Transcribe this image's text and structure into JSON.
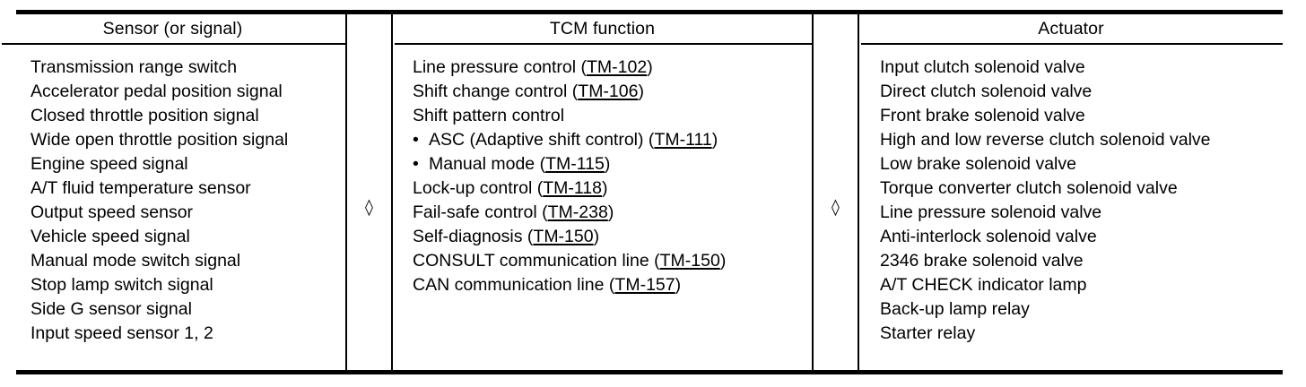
{
  "table": {
    "headers": {
      "sensor": "Sensor (or signal)",
      "tcm": "TCM function",
      "actuator": "Actuator"
    },
    "connector_glyph": "◊",
    "sensor_items": [
      "Transmission range switch",
      "Accelerator pedal position signal",
      "Closed throttle position signal",
      "Wide open throttle position signal",
      "Engine speed signal",
      "A/T fluid temperature sensor",
      "Output speed sensor",
      "Vehicle speed signal",
      "Manual mode switch signal",
      "Stop lamp switch signal",
      "Side G sensor signal",
      "Input speed sensor 1, 2"
    ],
    "tcm_items": [
      {
        "bullet": false,
        "text": "Line pressure control (",
        "ref": "TM-102",
        "tail": ")"
      },
      {
        "bullet": false,
        "text": "Shift change control (",
        "ref": "TM-106",
        "tail": ")"
      },
      {
        "bullet": false,
        "text": "Shift pattern control",
        "ref": "",
        "tail": ""
      },
      {
        "bullet": true,
        "text": "ASC (Adaptive shift control) (",
        "ref": "TM-111",
        "tail": ")"
      },
      {
        "bullet": true,
        "text": "Manual mode (",
        "ref": "TM-115",
        "tail": ")"
      },
      {
        "bullet": false,
        "text": "Lock-up control (",
        "ref": "TM-118",
        "tail": ")"
      },
      {
        "bullet": false,
        "text": "Fail-safe control (",
        "ref": "TM-238",
        "tail": ")"
      },
      {
        "bullet": false,
        "text": "Self-diagnosis (",
        "ref": "TM-150",
        "tail": ")"
      },
      {
        "bullet": false,
        "text": "CONSULT communication line (",
        "ref": "TM-150",
        "tail": ")"
      },
      {
        "bullet": false,
        "text": "CAN communication line (",
        "ref": "TM-157",
        "tail": ")"
      }
    ],
    "bullet_char": "•",
    "actuator_items": [
      "Input clutch solenoid valve",
      "Direct clutch solenoid valve",
      "Front brake solenoid valve",
      "High and low reverse clutch solenoid valve",
      "Low brake solenoid valve",
      "Torque converter clutch solenoid valve",
      "Line pressure solenoid valve",
      "Anti-interlock solenoid valve",
      "2346 brake solenoid valve",
      "A/T CHECK indicator lamp",
      "Back-up lamp relay",
      "Starter relay"
    ]
  },
  "colors": {
    "ink": "#000000",
    "paper": "#ffffff"
  }
}
